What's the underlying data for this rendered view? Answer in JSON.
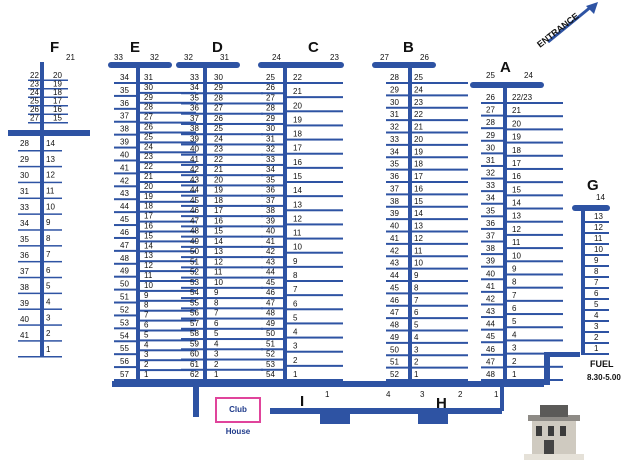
{
  "entrance": "ENTRANCE",
  "fuel": {
    "label": "FUEL",
    "hours": "8.30-5.00"
  },
  "clubhouse": "Club House",
  "piers": [
    {
      "label": "F",
      "head": [
        "21"
      ],
      "left": [
        "22",
        "23",
        "24",
        "25",
        "26",
        "27",
        "28",
        "29",
        "30",
        "31",
        "33",
        "34",
        "35",
        "36",
        "37",
        "38",
        "39",
        "40",
        "41"
      ],
      "right": [
        "20",
        "19",
        "18",
        "17",
        "16",
        "15",
        "14",
        "13",
        "12",
        "11",
        "10",
        "9",
        "8",
        "7",
        "6",
        "5",
        "4",
        "3",
        "2",
        "1"
      ]
    },
    {
      "label": "E",
      "head": [
        "33",
        "32"
      ],
      "left": [
        "34",
        "35",
        "36",
        "37",
        "38",
        "39",
        "40",
        "41",
        "42",
        "43",
        "44",
        "45",
        "46",
        "47",
        "48",
        "49",
        "50",
        "51",
        "52",
        "53",
        "54",
        "55",
        "56",
        "57"
      ],
      "right": [
        "31",
        "30",
        "29",
        "28",
        "27",
        "26",
        "25",
        "24",
        "23",
        "22",
        "21",
        "20",
        "19",
        "18",
        "17",
        "16",
        "15",
        "14",
        "13",
        "12",
        "11",
        "10",
        "9",
        "8",
        "7",
        "6",
        "5",
        "4",
        "3",
        "2",
        "1"
      ]
    },
    {
      "label": "D",
      "head": [
        "32",
        "31"
      ],
      "left": [
        "33",
        "34",
        "35",
        "36",
        "37",
        "38",
        "39",
        "40",
        "41",
        "42",
        "43",
        "44",
        "45",
        "46",
        "47",
        "48",
        "49",
        "50",
        "51",
        "52",
        "53",
        "54",
        "55",
        "56",
        "57",
        "58",
        "59",
        "60",
        "61",
        "62"
      ],
      "right": [
        "30",
        "29",
        "28",
        "27",
        "26",
        "25",
        "24",
        "23",
        "22",
        "21",
        "20",
        "19",
        "18",
        "17",
        "16",
        "15",
        "14",
        "13",
        "12",
        "11",
        "10",
        "9",
        "8",
        "7",
        "6",
        "5",
        "4",
        "3",
        "2",
        "1"
      ]
    },
    {
      "label": "C",
      "head": [
        "24",
        "23"
      ],
      "left": [
        "25",
        "26",
        "27",
        "28",
        "29",
        "30",
        "31",
        "32",
        "33",
        "34",
        "35",
        "36",
        "37",
        "38",
        "39",
        "40",
        "41",
        "42",
        "43",
        "44",
        "45",
        "46",
        "47",
        "48",
        "49",
        "50",
        "51",
        "52",
        "53",
        "54"
      ],
      "right": [
        "22",
        "21",
        "20",
        "19",
        "18",
        "17",
        "16",
        "15",
        "14",
        "13",
        "12",
        "11",
        "10",
        "9",
        "8",
        "7",
        "6",
        "5",
        "4",
        "3",
        "2",
        "1"
      ]
    },
    {
      "label": "B",
      "head": [
        "27",
        "26"
      ],
      "left": [
        "28",
        "29",
        "30",
        "31",
        "32",
        "33",
        "34",
        "35",
        "36",
        "37",
        "38",
        "39",
        "40",
        "41",
        "42",
        "43",
        "44",
        "45",
        "46",
        "47",
        "48",
        "49",
        "50",
        "51",
        "52"
      ],
      "right": [
        "25",
        "24",
        "23",
        "22",
        "21",
        "20",
        "19",
        "18",
        "17",
        "16",
        "15",
        "14",
        "13",
        "12",
        "11",
        "10",
        "9",
        "8",
        "7",
        "6",
        "5",
        "4",
        "3",
        "2",
        "1"
      ]
    },
    {
      "label": "A",
      "head": [
        "25",
        "24"
      ],
      "left": [
        "26",
        "27",
        "28",
        "29",
        "30",
        "31",
        "32",
        "33",
        "34",
        "35",
        "36",
        "37",
        "38",
        "39",
        "40",
        "41",
        "42",
        "43",
        "44",
        "45",
        "46",
        "47",
        "48"
      ],
      "right": [
        "22/23",
        "21",
        "20",
        "19",
        "18",
        "17",
        "16",
        "15",
        "14",
        "13",
        "12",
        "11",
        "10",
        "9",
        "8",
        "7",
        "6",
        "5",
        "4",
        "3",
        "2",
        "1"
      ]
    },
    {
      "label": "G",
      "head": [
        "14"
      ],
      "left": [],
      "right": [
        "13",
        "12",
        "11",
        "10",
        "9",
        "8",
        "7",
        "6",
        "5",
        "4",
        "3",
        "2",
        "1"
      ]
    },
    {
      "label": "I",
      "head": [],
      "left": [],
      "right": [
        "1"
      ]
    },
    {
      "label": "H",
      "head": [],
      "left": [],
      "right": [
        "4",
        "3",
        "2",
        "1"
      ]
    }
  ]
}
